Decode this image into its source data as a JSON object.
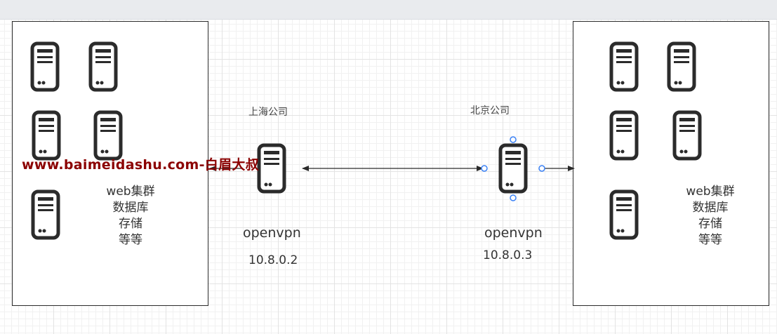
{
  "left_cluster": {
    "lines": [
      "web集群",
      "数据库",
      "存储",
      "等等"
    ]
  },
  "right_cluster": {
    "lines": [
      "web集群",
      "数据库",
      "存储",
      "等等"
    ]
  },
  "left_gateway": {
    "location": "上海公司",
    "service": "openvpn",
    "ip": "10.8.0.2"
  },
  "right_gateway": {
    "location": "北京公司",
    "service": "openvpn",
    "ip": "10.8.0.3"
  },
  "watermark": "www.baimeidashu.com-白眉大叔",
  "colors": {
    "stroke": "#2b2b2b",
    "selection": "#3b82f6",
    "watermark": "#8b0000"
  },
  "icons": {
    "server": "server-tower-icon"
  }
}
